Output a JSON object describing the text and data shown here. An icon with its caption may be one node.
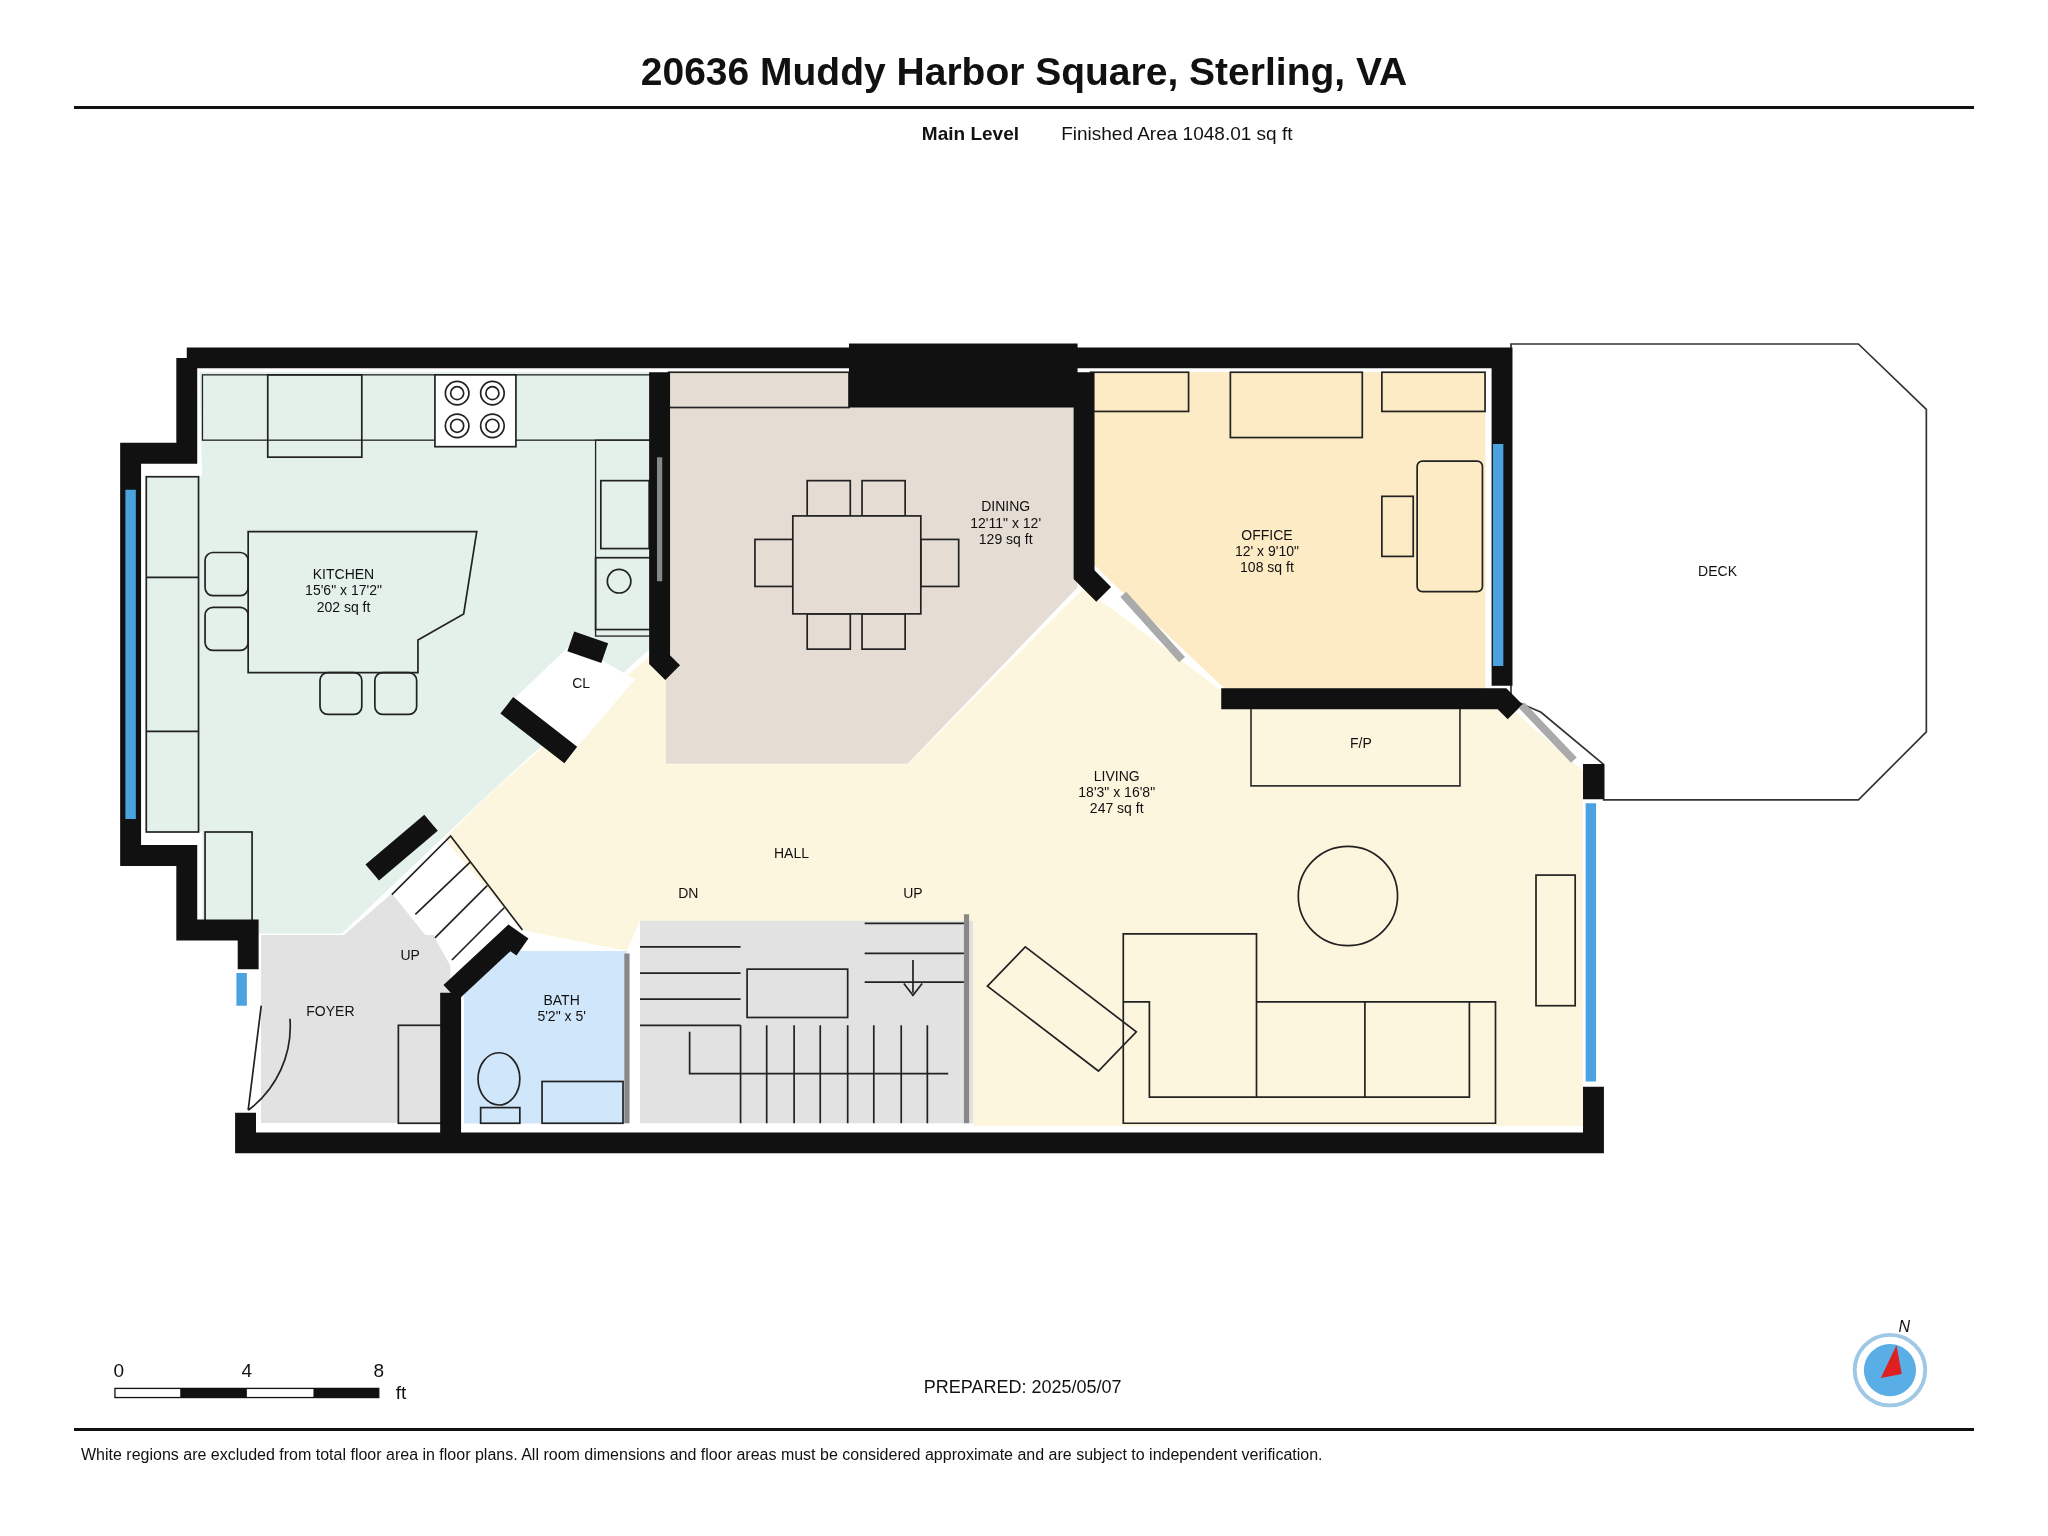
{
  "diagram": {
    "title": "20636 Muddy Harbor Square, Sterling, VA",
    "nodes": [
      {
        "text": [
          "KITCHEN",
          "15'6\" x 17'2\"",
          "202 sq ft"
        ]
      },
      {
        "text": [
          "DINING",
          "12'11\" x 12'",
          "129 sq ft"
        ]
      },
      {
        "text": [
          "OFFICE",
          "12' x 9'10\"",
          "108 sq ft"
        ]
      },
      {
        "text": [
          "DECK"
        ]
      },
      {
        "text": [
          "CL"
        ],
        "in": 0
      },
      {
        "text": [
          "LIVING",
          "18'3\" x 16'8\"",
          "247 sq ft"
        ]
      },
      {
        "text": [
          "F/P"
        ],
        "in": 5
      },
      {
        "text": [
          "FOYER"
        ]
      },
      {
        "text": [
          "BATH",
          "5'2\" x 5'"
        ]
      }
    ],
    "labels": [
      "Main Level",
      "Finished Area 1048.01 sq ft",
      "HALL",
      "DN",
      "UP",
      "UP",
      "0",
      "4",
      "8",
      "ft",
      "PREPARED: 2025/05/07",
      "N",
      "White regions are excluded from total floor area in floor plans. All room dimensions and floor areas must be considered approximate and are subject to independent verification."
    ]
  }
}
